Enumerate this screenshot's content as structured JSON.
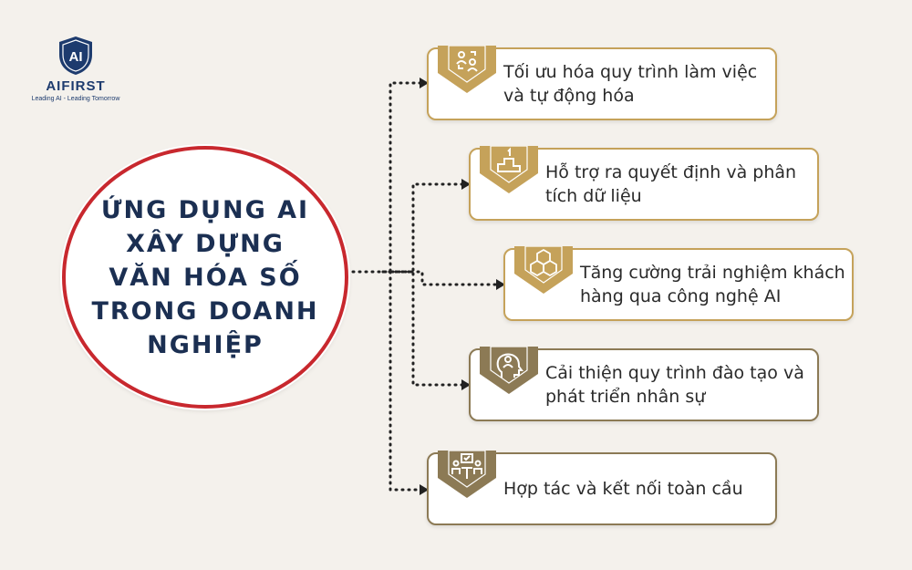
{
  "logo": {
    "mark": "AI",
    "brand": "AIFIRST",
    "tagline": "Leading AI - Leading Tomorrow"
  },
  "center": {
    "title": "ỨNG DỤNG AI\nXÂY DỰNG\nVĂN HÓA SỐ\nTRONG DOANH\nNGHIỆP"
  },
  "items": [
    {
      "label": "Tối ưu hóa quy trình làm việc và tự động hóa",
      "icon": "workflow-users-icon",
      "color": "#c5a25a"
    },
    {
      "label": "Hỗ trợ ra quyết định và phân tích dữ liệu",
      "icon": "podium-icon",
      "color": "#c5a25a"
    },
    {
      "label": "Tăng cường trải nghiệm khách hàng qua công nghệ AI",
      "icon": "cubes-icon",
      "color": "#c5a25a"
    },
    {
      "label": "Cải thiện quy trình đào tạo và phát triển nhân sự",
      "icon": "head-person-icon",
      "color": "#8c7a55"
    },
    {
      "label": "Hợp tác và kết nối toàn cầu",
      "icon": "team-meeting-icon",
      "color": "#8c7a55"
    }
  ]
}
